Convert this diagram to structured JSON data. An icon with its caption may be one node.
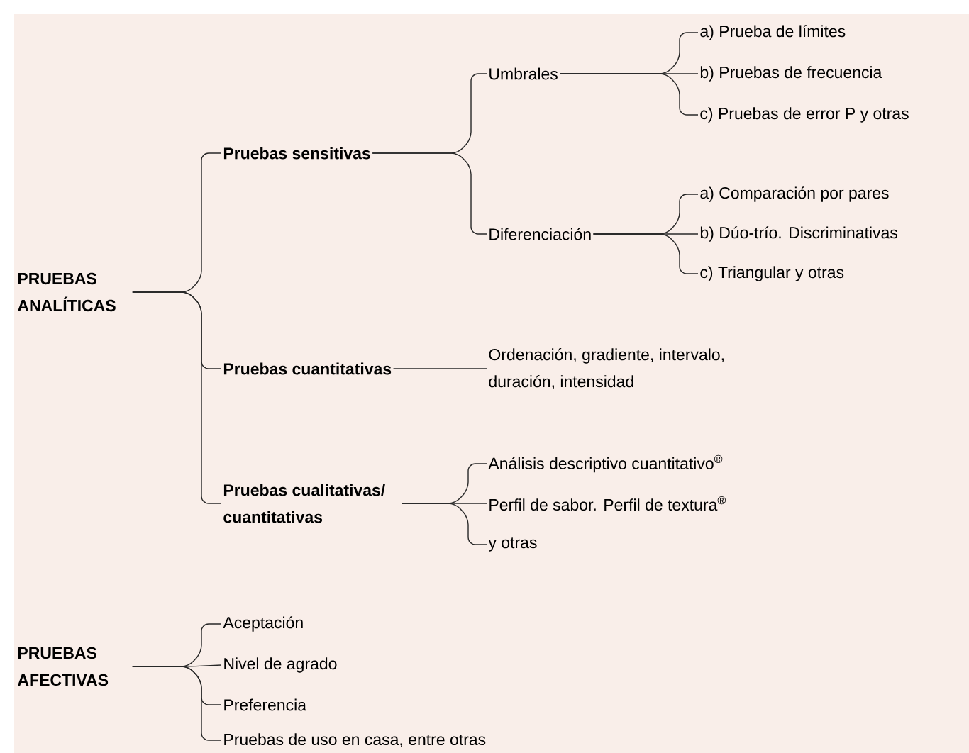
{
  "diagram": {
    "nodes": [
      {
        "text": [
          "PRUEBAS ANALÍTICAS"
        ]
      },
      {
        "text": [
          "Pruebas sensitivas"
        ]
      },
      {
        "text": [
          "Umbrales"
        ]
      },
      {
        "text": [
          "a) Prueba de límites"
        ]
      },
      {
        "text": [
          "b) Pruebas de frecuencia"
        ]
      },
      {
        "text": [
          "c) Pruebas de error P y otras"
        ]
      },
      {
        "text": [
          "Diferenciación"
        ]
      },
      {
        "text": [
          "a) Comparación por pares"
        ]
      },
      {
        "text": [
          "b) Dúo-trío. Discriminativas"
        ]
      },
      {
        "text": [
          "c) Triangular y otras"
        ]
      },
      {
        "text": [
          "Pruebas cuantitativas"
        ]
      },
      {
        "text": [
          "Ordenación, gradiente, intervalo, duración, intensidad"
        ]
      },
      {
        "text": [
          "Pruebas cualitativas/ cuantitativas"
        ]
      },
      {
        "text": [
          "Análisis descriptivo cuantitativo$^{®}$"
        ]
      },
      {
        "text": [
          "Perfil de sabor. Perfil de textura$^{®}$"
        ]
      },
      {
        "text": [
          "y otras"
        ]
      },
      {
        "text": [
          "PRUEBAS AFECTIVAS"
        ]
      },
      {
        "text": [
          "Aceptación"
        ]
      },
      {
        "text": [
          "Nivel de agrado"
        ]
      },
      {
        "text": [
          "Preferencia"
        ]
      },
      {
        "text": [
          "Pruebas de uso en casa, entre otras"
        ]
      }
    ],
    "edges": [
      {
        "from": 0,
        "to": 1,
        "arrow": "none"
      },
      {
        "from": 0,
        "to": 10,
        "arrow": "none"
      },
      {
        "from": 0,
        "to": 12,
        "arrow": "none"
      },
      {
        "from": 1,
        "to": 2,
        "arrow": "none"
      },
      {
        "from": 1,
        "to": 6,
        "arrow": "none"
      },
      {
        "from": 2,
        "to": 3,
        "arrow": "none"
      },
      {
        "from": 2,
        "to": 4,
        "arrow": "none"
      },
      {
        "from": 2,
        "to": 5,
        "arrow": "none"
      },
      {
        "from": 6,
        "to": 7,
        "arrow": "none"
      },
      {
        "from": 6,
        "to": 8,
        "arrow": "none"
      },
      {
        "from": 6,
        "to": 9,
        "arrow": "none"
      },
      {
        "from": 10,
        "to": 11,
        "arrow": "none"
      },
      {
        "from": 12,
        "to": 13,
        "arrow": "none"
      },
      {
        "from": 12,
        "to": 14,
        "arrow": "none"
      },
      {
        "from": 12,
        "to": 15,
        "arrow": "none"
      },
      {
        "from": 16,
        "to": 17,
        "arrow": "none"
      },
      {
        "from": 16,
        "to": 18,
        "arrow": "none"
      },
      {
        "from": 16,
        "to": 19,
        "arrow": "none"
      },
      {
        "from": 16,
        "to": 20,
        "arrow": "none"
      }
    ]
  }
}
